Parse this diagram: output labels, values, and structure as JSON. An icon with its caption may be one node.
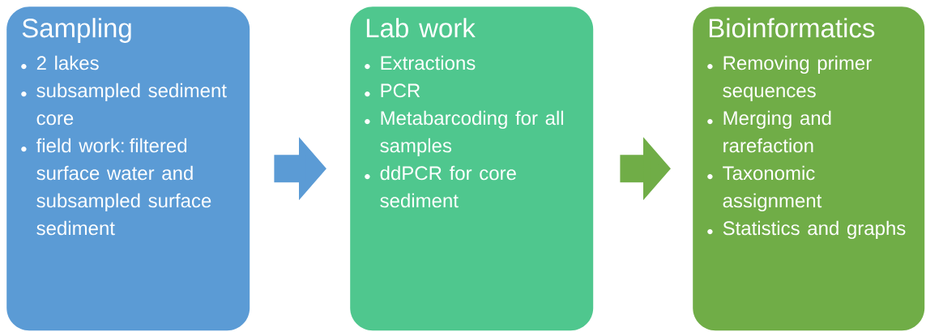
{
  "diagram": {
    "nodes": [
      {
        "text": [
          "Sampling",
          "2 lakes",
          "subsampled sediment core",
          "field work: filtered surface water and subsampled surface sediment"
        ]
      },
      {
        "text": [
          "Lab work",
          "Extractions",
          "PCR",
          "Metabarcoding for all samples",
          "ddPCR for core sediment"
        ]
      },
      {
        "text": [
          "Bioinformatics",
          "Removing primer sequences",
          "Merging and rarefaction",
          "Taxonomic assignment",
          "Statistics and graphs"
        ]
      }
    ],
    "edges": [
      {
        "from": 0,
        "to": 1,
        "arrow": "to",
        "color": "#5b9bd5"
      },
      {
        "from": 1,
        "to": 2,
        "arrow": "to",
        "color": "#70ad47"
      }
    ]
  }
}
